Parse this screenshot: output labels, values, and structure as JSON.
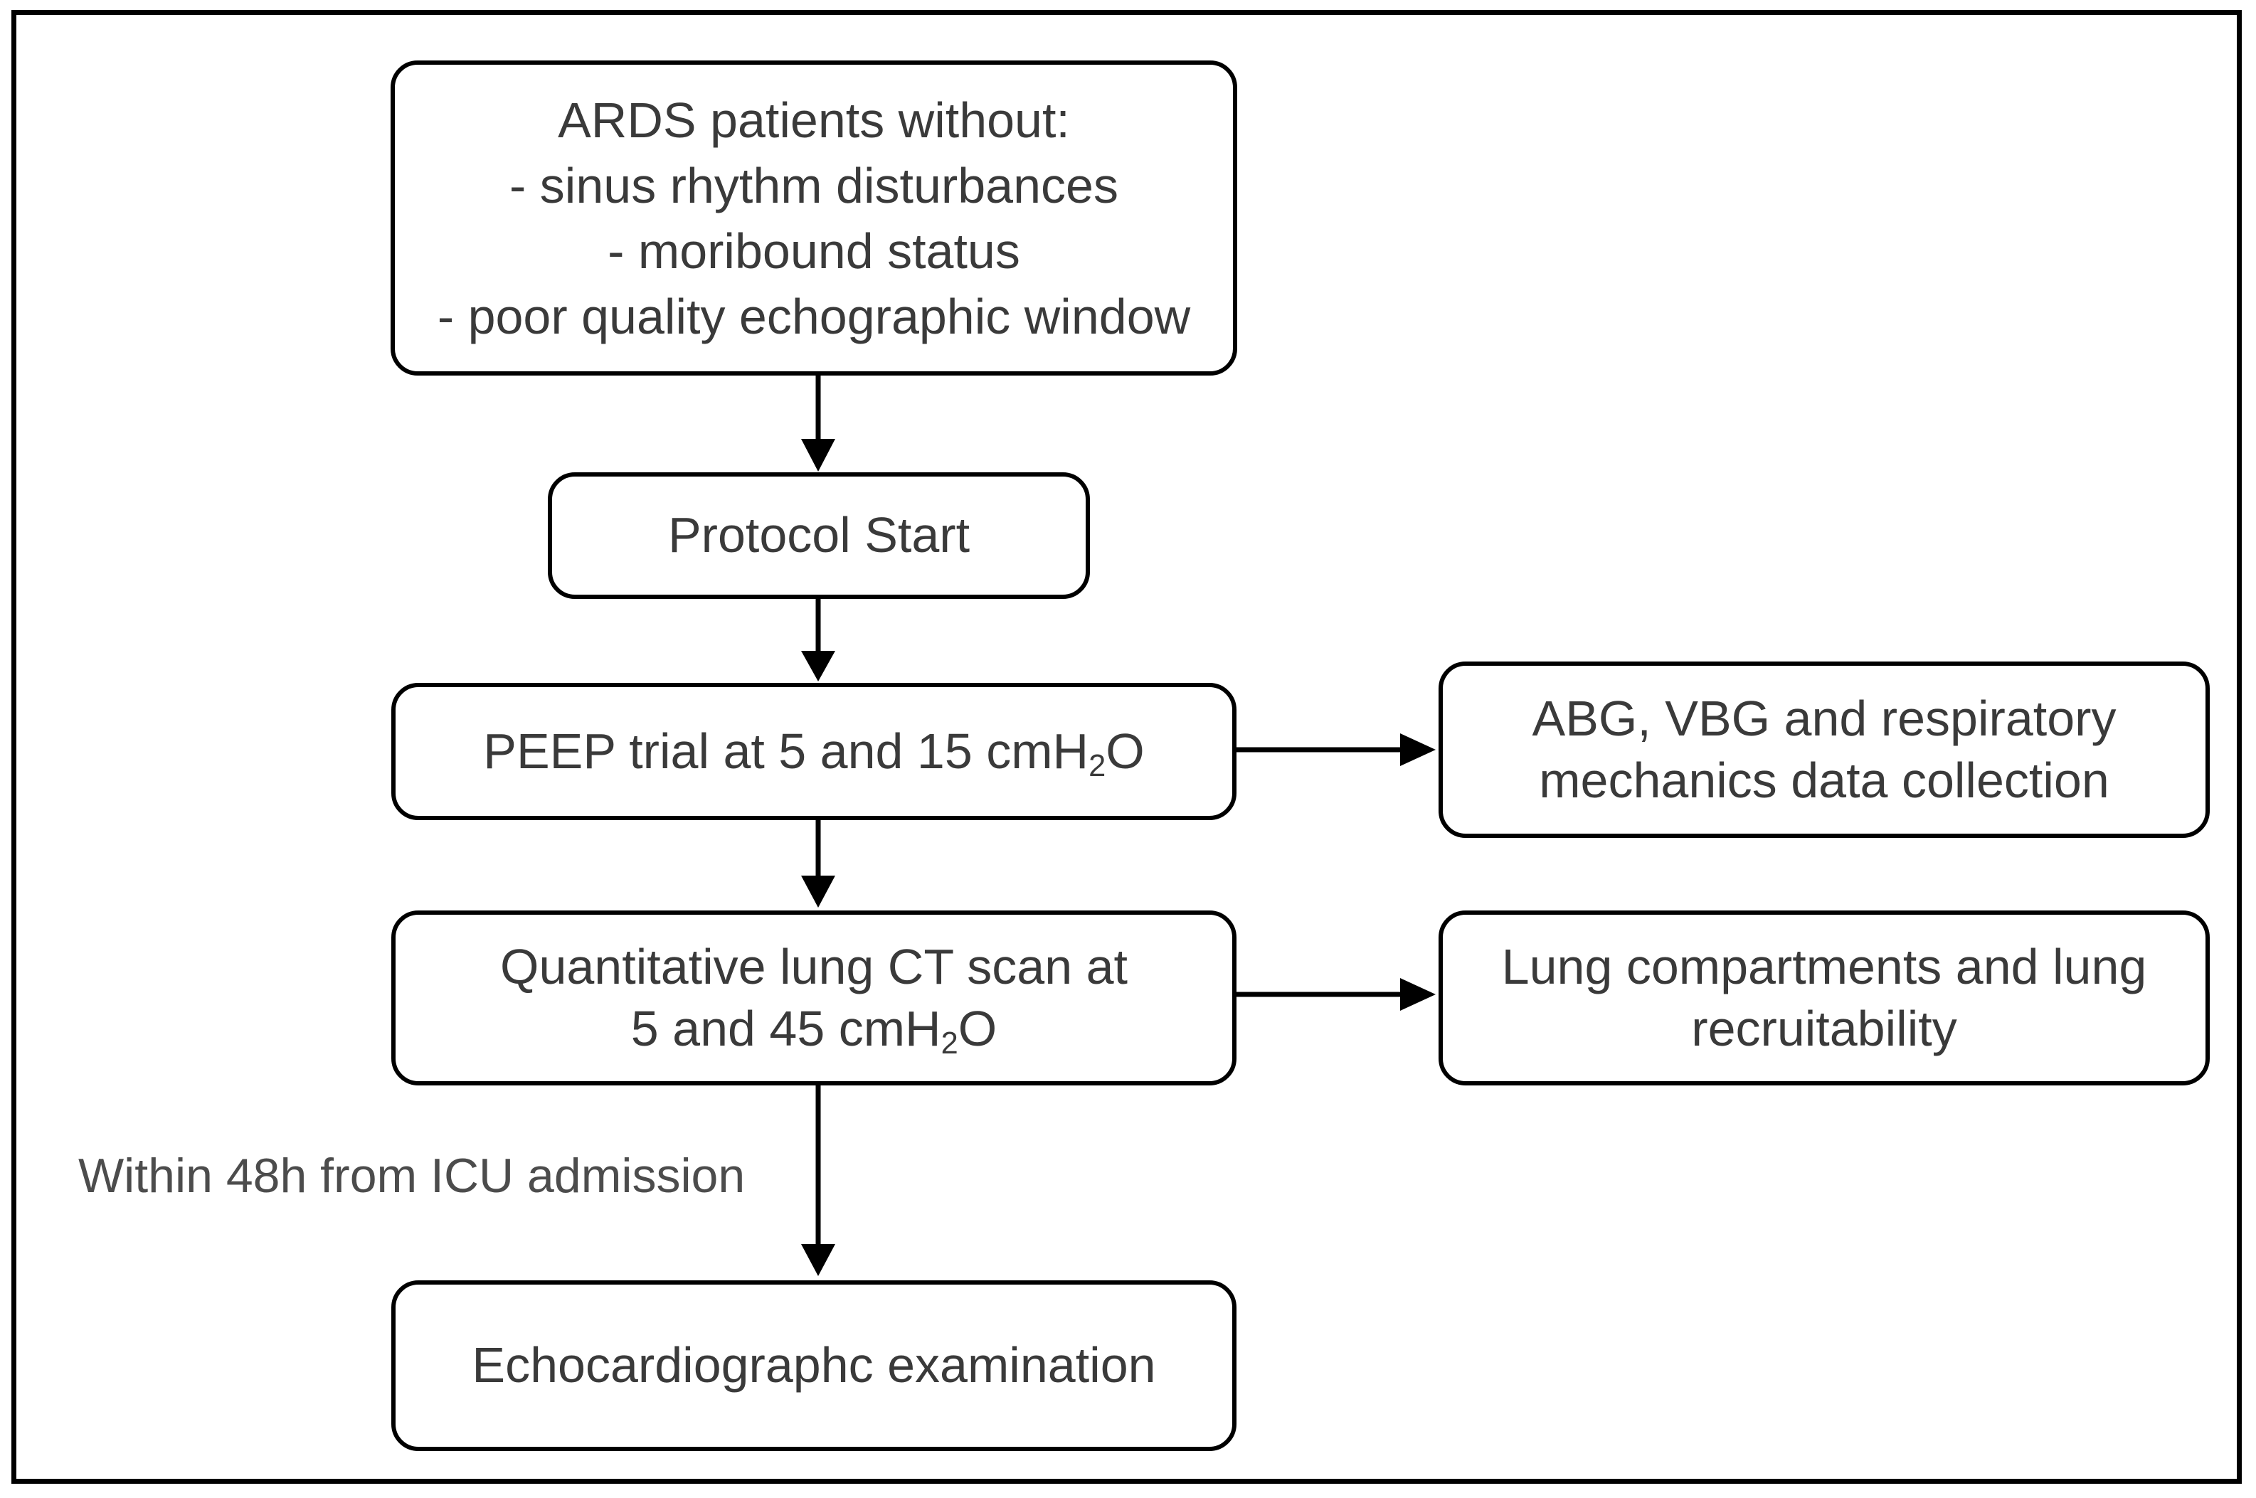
{
  "figure": {
    "background": "#ffffff",
    "line_color": "#000000",
    "text_color": "#3a3a3a",
    "nodes": {
      "ards": {
        "lines": [
          "ARDS patients without:",
          "- sinus rhythm disturbances",
          "- moribound status",
          "- poor quality echographic window"
        ]
      },
      "protocol_start": {
        "label": "Protocol Start"
      },
      "peep_trial": {
        "text_pre": "PEEP trial at 5 and 15 cmH",
        "subscript": "2",
        "text_post": "O"
      },
      "abg": {
        "label": "ABG, VBG and respiratory mechanics data collection"
      },
      "ct_scan": {
        "line1": "Quantitative lung CT scan at",
        "line2_pre": "5 and 45 cmH",
        "subscript": "2",
        "line2_post": "O"
      },
      "lung_compartments": {
        "label": "Lung compartments and lung recruitability"
      },
      "echo": {
        "label": "Echocardiographc examination"
      }
    },
    "annotations": {
      "within_48h": "Within 48h from ICU admission"
    }
  }
}
